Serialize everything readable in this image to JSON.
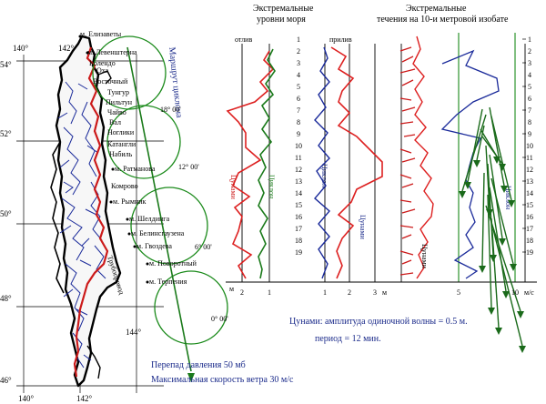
{
  "headers": {
    "sea_level_1": "Экстремальные",
    "sea_level_2": "уровни моря",
    "currents_1": "Экстремальные",
    "currents_2": "течения на 10-и метровой изобате"
  },
  "panel_labels": {
    "ebb": "отлив",
    "flood": "прилив"
  },
  "curve_labels": {
    "tsunami_a": "Цунами",
    "cyclone_a": "Циклон",
    "cyclone_b": "Циклон",
    "tsunami_b": "Цунами",
    "tsunami_c": "Цунами",
    "cyclone_c": "Циклон"
  },
  "row_numbers": [
    "1",
    "2",
    "3",
    "4",
    "5",
    "6",
    "7",
    "8",
    "9",
    "10",
    "11",
    "12",
    "13",
    "14",
    "15",
    "16",
    "17",
    "18",
    "19"
  ],
  "sea_axis": {
    "left_ticks": [
      "2",
      "1"
    ],
    "right_ticks": [
      "1",
      "2",
      "3"
    ],
    "left_unit": "м",
    "right_unit": "м"
  },
  "current_axis": {
    "ticks": [
      "5",
      "10"
    ],
    "unit": "м/с"
  },
  "map": {
    "lat_labels": [
      "54°",
      "52°",
      "50°",
      "48°",
      "46°"
    ],
    "lon_labels_top": [
      "140°",
      "142°"
    ],
    "lon_labels_bottom": [
      "140°",
      "142°"
    ],
    "lon_label_144": "144°",
    "stations": [
      "м. Елизаветы",
      "м. Левенштерна",
      "Колендо",
      "Оха",
      "Восточный",
      "Тунгур",
      "Пильтун",
      "Чайво",
      "Вал",
      "Ноглики",
      "Катангли",
      "Набиль",
      "м. Ратманова",
      "Комрово",
      "м. Рымник",
      "м. Шелдинга",
      "м. Белинсгаузена",
      "м. Гвоздева",
      "м. Поворотный",
      "м. Терпения"
    ],
    "route_label": "Маршрут циклона",
    "circle_labels": [
      "18° 00'",
      "12° 00'",
      "6° 00'",
      "0° 00'"
    ],
    "pipeline_label": "Трубопровод"
  },
  "notes": {
    "tsunami_amp": "Цунами: амплитуда одиночной волны = 0.5  м.",
    "tsunami_period": "период = 12 мин.",
    "pressure": "Перепад давления 50 мб",
    "wind": "Максимальная скорость ветра 30 м/с"
  },
  "colors": {
    "land": "#000000",
    "river": "#1a2a9a",
    "pipe": "#cc1a1a",
    "route": "#1a7a1a",
    "circle": "#1a8a1a"
  }
}
